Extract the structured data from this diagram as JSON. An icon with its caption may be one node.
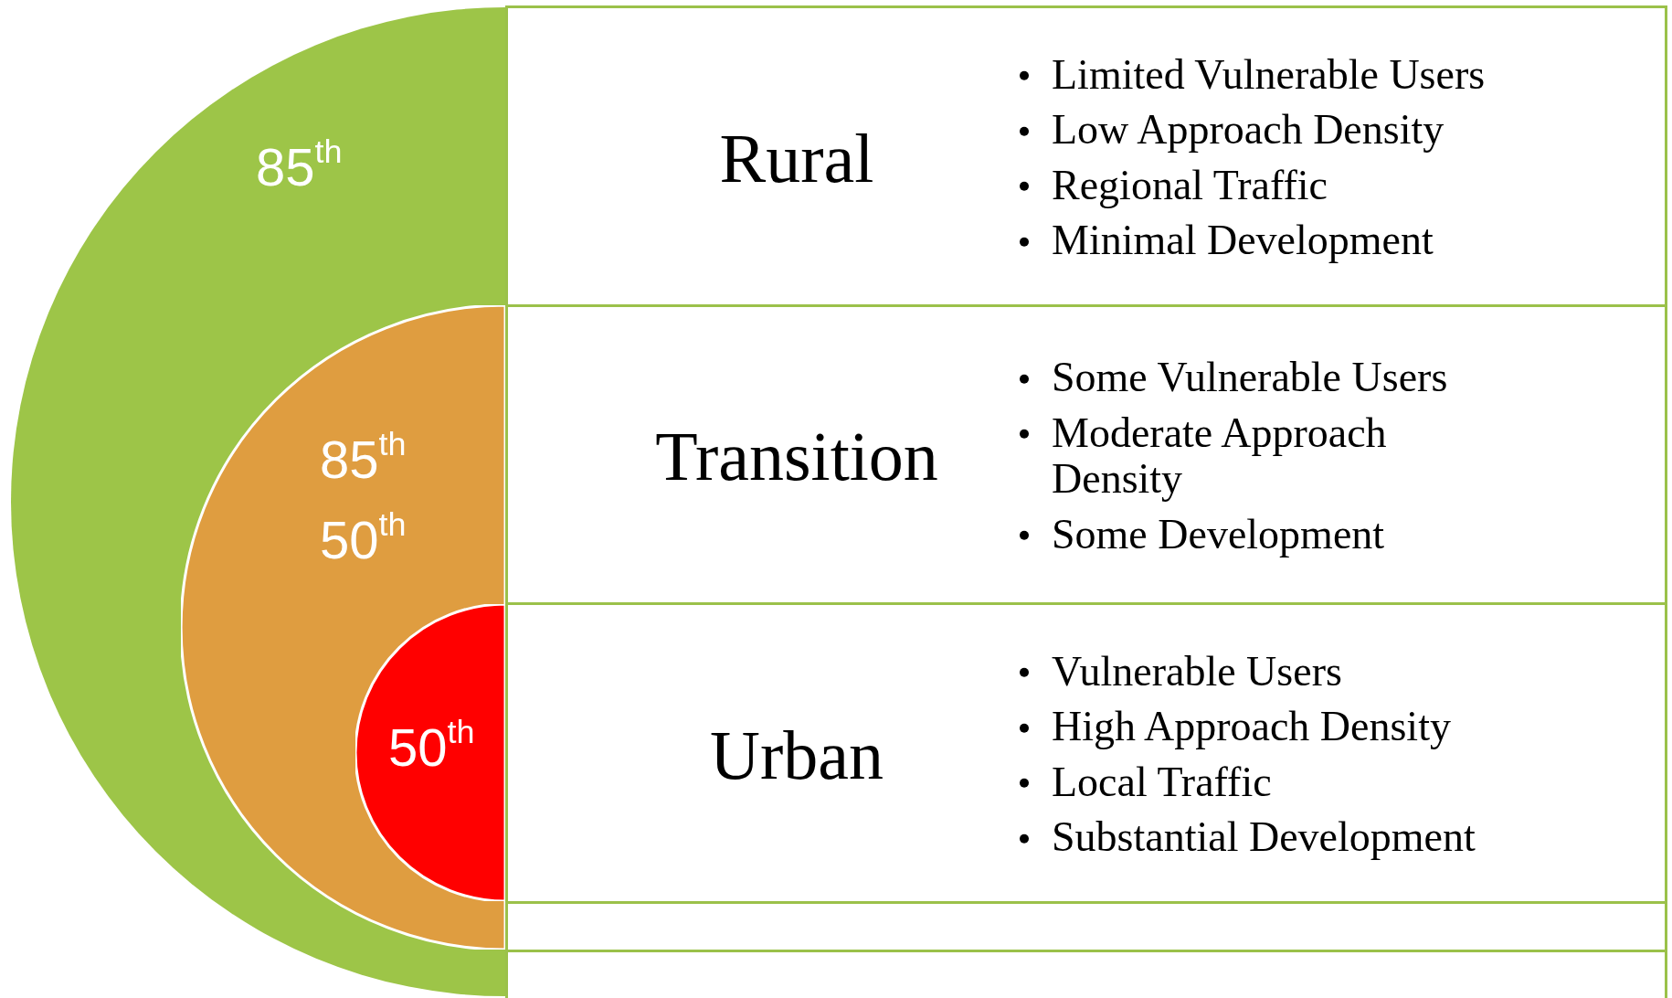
{
  "diagram": {
    "nodes": [
      {
        "text": [
          "85$^{th}$"
        ]
      },
      {
        "text": [
          "85$^{th}$",
          "50$^{th}$"
        ],
        "in": 0
      },
      {
        "text": [
          "50$^{th}$"
        ],
        "in": 1
      },
      {
        "text": [
          "Rural",
          "Limited Vulnerable Users",
          "Low Approach Density",
          "Regional Traffic",
          "Minimal Development"
        ]
      },
      {
        "text": [
          "Transition",
          "Some Vulnerable Users",
          "Moderate Approach Density",
          "Some Development"
        ]
      },
      {
        "text": [
          "Urban",
          "Vulnerable Users",
          "High Approach Density",
          "Local Traffic",
          "Substantial Development"
        ]
      },
      {
        "text": [],
        "shape": "box"
      },
      {
        "text": [],
        "shape": "box"
      }
    ]
  }
}
